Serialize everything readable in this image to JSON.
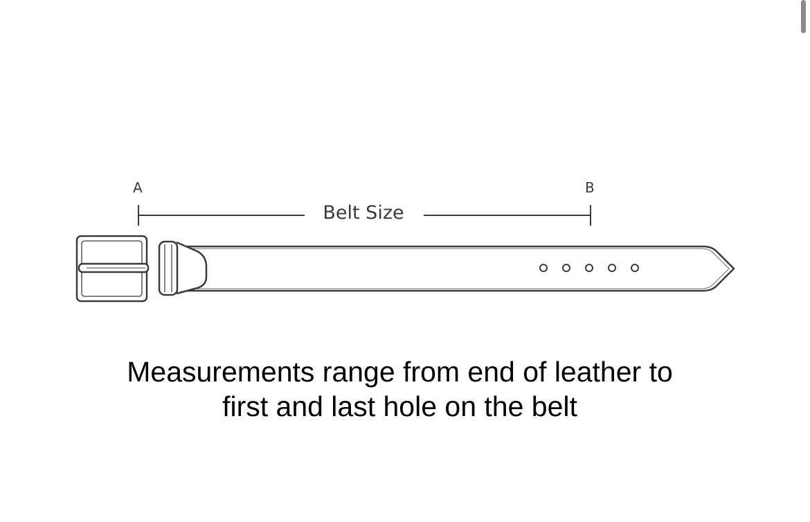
{
  "labels": {
    "point_a": "A",
    "point_b": "B",
    "dimension": "Belt Size"
  },
  "caption": {
    "line1": "Measurements range from end of leather to",
    "line2": "first and last hole on the belt"
  },
  "belt": {
    "hole_count": 5
  },
  "colors": {
    "outline": "#3a3a3a",
    "text": "#000000",
    "background": "#ffffff"
  }
}
